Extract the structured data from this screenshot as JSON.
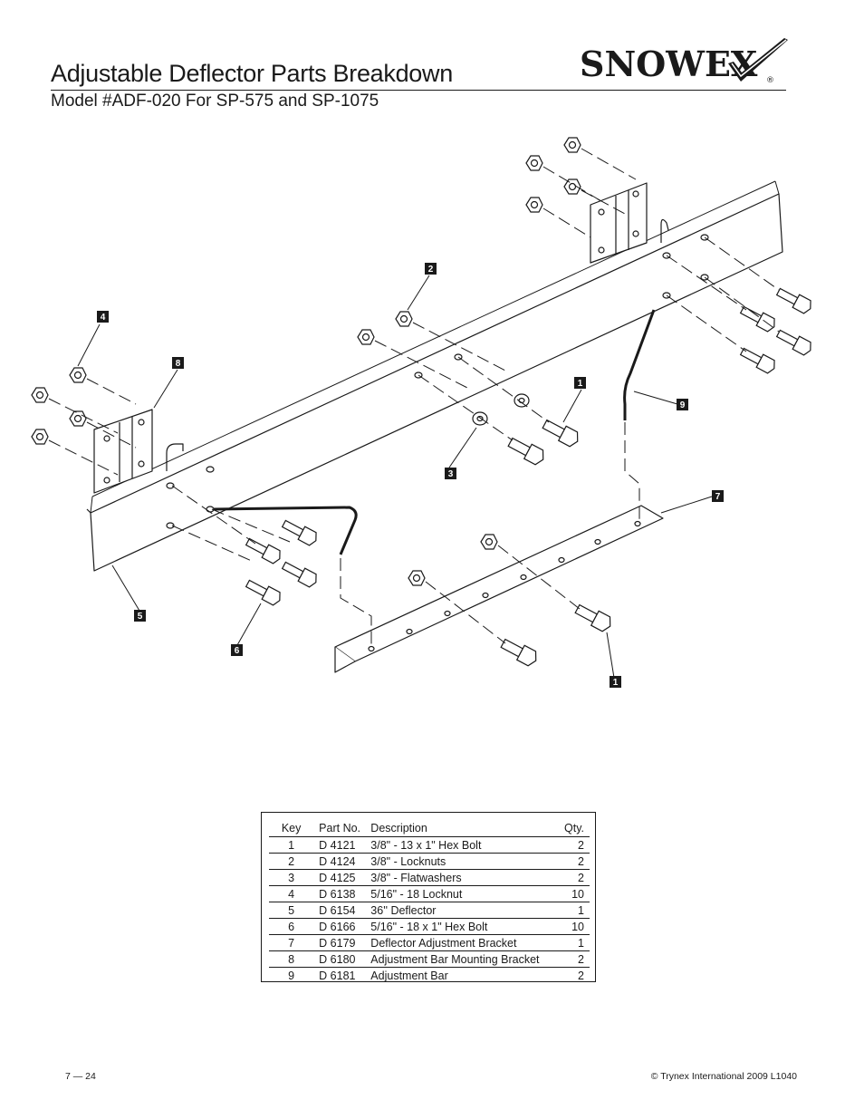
{
  "header": {
    "title": "Adjustable Deflector Parts Breakdown",
    "subtitle": "Model #ADF-020 For SP-575 and SP-1075",
    "logo": {
      "text": "SNOWEX",
      "reg": "®",
      "icon": "checkmark-logo-icon"
    }
  },
  "diagram": {
    "callouts": {
      "c1a": "1",
      "c1b": "1",
      "c2": "2",
      "c3": "3",
      "c4": "4",
      "c5": "5",
      "c6": "6",
      "c7": "7",
      "c8": "8",
      "c9": "9"
    }
  },
  "parts_table": {
    "headers": {
      "key": "Key",
      "part": "Part No.",
      "desc": "Description",
      "qty": "Qty."
    },
    "rows": [
      {
        "key": "1",
        "part": "D 4121",
        "desc": "3/8\" - 13 x 1\" Hex Bolt",
        "qty": "2"
      },
      {
        "key": "2",
        "part": "D 4124",
        "desc": "3/8\" - Locknuts",
        "qty": "2"
      },
      {
        "key": "3",
        "part": "D 4125",
        "desc": "3/8\" - Flatwashers",
        "qty": "2"
      },
      {
        "key": "4",
        "part": "D 6138",
        "desc": "5/16\" - 18 Locknut",
        "qty": "10"
      },
      {
        "key": "5",
        "part": "D 6154",
        "desc": "36'' Deflector",
        "qty": "1"
      },
      {
        "key": "6",
        "part": "D 6166",
        "desc": "5/16\" - 18 x 1\" Hex Bolt",
        "qty": "10"
      },
      {
        "key": "7",
        "part": "D 6179",
        "desc": "Deflector Adjustment Bracket",
        "qty": "1"
      },
      {
        "key": "8",
        "part": "D 6180",
        "desc": "Adjustment Bar Mounting Bracket",
        "qty": "2"
      },
      {
        "key": "9",
        "part": "D 6181",
        "desc": "Adjustment Bar",
        "qty": "2"
      }
    ]
  },
  "footer": {
    "page": "7 — 24",
    "copyright": "© Trynex International 2009   L1040"
  }
}
